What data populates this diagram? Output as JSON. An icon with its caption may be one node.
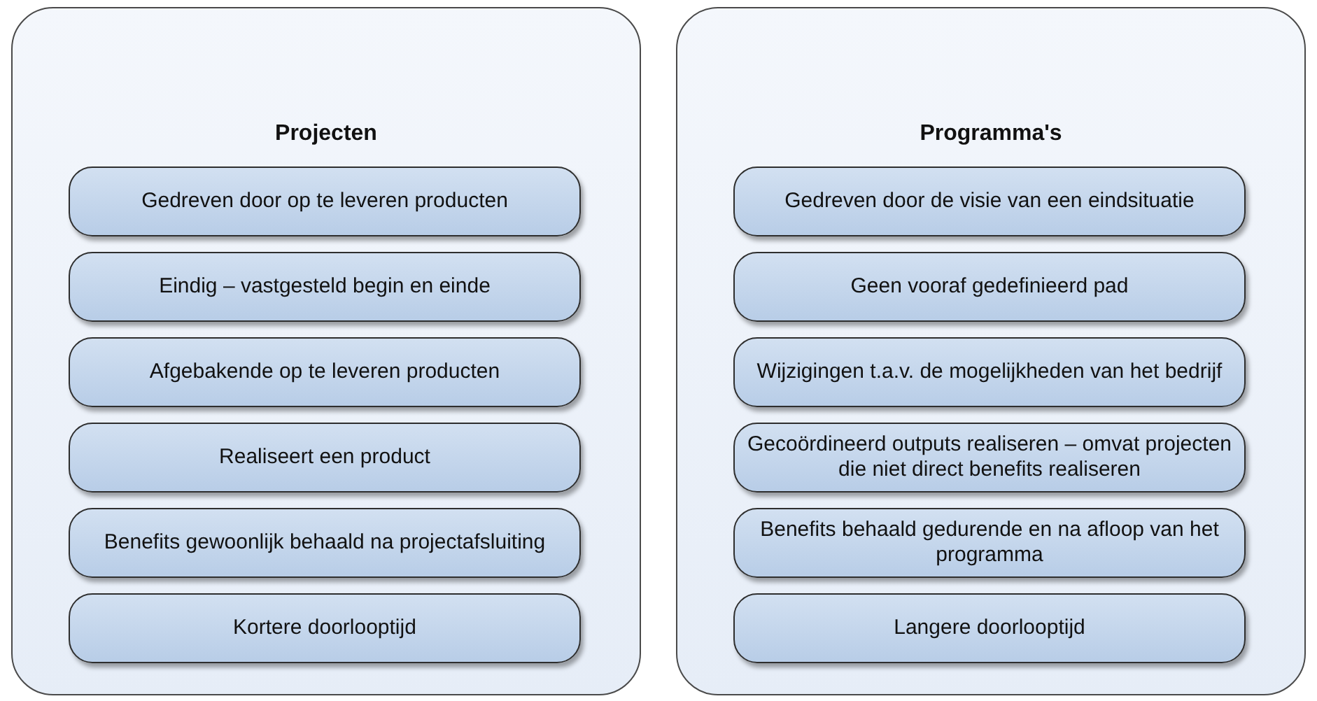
{
  "diagram": {
    "nodes": [
      {
        "text": [
          "Projecten"
        ]
      },
      {
        "text": [
          "Gedreven door op te leveren producten"
        ],
        "in": 0
      },
      {
        "text": [
          "Eindig – vastgesteld begin en einde"
        ],
        "in": 0
      },
      {
        "text": [
          "Afgebakende op te leveren producten"
        ],
        "in": 0
      },
      {
        "text": [
          "Realiseert een product"
        ],
        "in": 0
      },
      {
        "text": [
          "Benefits gewoonlijk behaald na projectafsluiting"
        ],
        "in": 0
      },
      {
        "text": [
          "Kortere doorlooptijd"
        ],
        "in": 0
      },
      {
        "text": [
          "Programma's"
        ]
      },
      {
        "text": [
          "Gedreven door de visie van een eindsituatie"
        ],
        "in": 7
      },
      {
        "text": [
          "Geen vooraf gedefinieerd pad"
        ],
        "in": 7
      },
      {
        "text": [
          "Wijzigingen t.a.v. de mogelijkheden van het bedrijf"
        ],
        "in": 7
      },
      {
        "text": [
          "Gecoördineerd outputs realiseren – omvat projecten die niet direct benefits realiseren"
        ],
        "in": 7
      },
      {
        "text": [
          "Benefits behaald gedurende en na afloop van het programma"
        ],
        "in": 7
      },
      {
        "text": [
          "Langere doorlooptijd"
        ],
        "in": 7
      }
    ]
  }
}
